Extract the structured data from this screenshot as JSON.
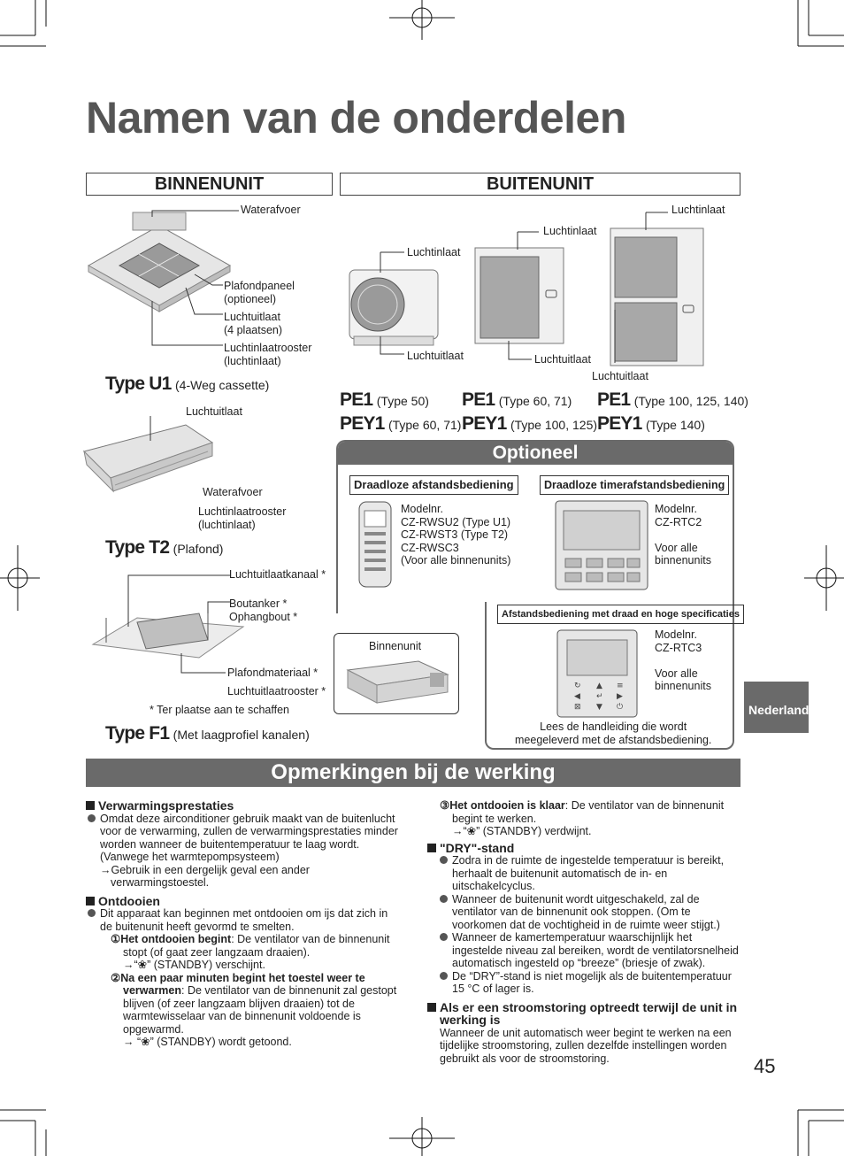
{
  "title": "Namen van de onderdelen",
  "indoor_header": "BINNENUNIT",
  "outdoor_header": "BUITENUNIT",
  "indoor": {
    "u1": {
      "labels": [
        "Waterafvoer",
        "Plafondpaneel\n(optioneel)",
        "Luchtuitlaat\n(4 plaatsen)",
        "Luchtinlaatrooster\n(luchtinlaat)"
      ],
      "type_name": "Type U1",
      "type_desc": "(4-Weg cassette)"
    },
    "t2": {
      "labels": [
        "Luchtuitlaat",
        "Waterafvoer",
        "Luchtinlaatrooster\n(luchtinlaat)"
      ],
      "type_name": "Type T2",
      "type_desc": "(Plafond)"
    },
    "f1": {
      "labels": [
        "Luchtuitlaatkanaal *",
        "Boutanker *\nOphangbout *",
        "Plafondmateriaal *",
        "Luchtuitlaatrooster *",
        "Binnenunit"
      ],
      "footnote": "* Ter plaatse aan te schaffen",
      "type_name": "Type F1",
      "type_desc": "(Met laagprofiel kanalen)"
    }
  },
  "outdoor": {
    "inlet_label": "Luchtinlaat",
    "outlet_label": "Luchtuitlaat",
    "models": [
      {
        "pe": "PE1",
        "pe_types": "(Type 50)",
        "pey": "PEY1",
        "pey_types": "(Type 60, 71)"
      },
      {
        "pe": "PE1",
        "pe_types": "(Type 60, 71)",
        "pey": "PEY1",
        "pey_types": "(Type 100, 125)"
      },
      {
        "pe": "PE1",
        "pe_types": "(Type 100, 125, 140)",
        "pey": "PEY1",
        "pey_types": "(Type 140)"
      }
    ]
  },
  "optional": {
    "title": "Optioneel",
    "wireless": {
      "title": "Draadloze afstandsbediening",
      "text": "Modelnr.\nCZ-RWSU2 (Type U1)\nCZ-RWST3 (Type T2)\nCZ-RWSC3\n(Voor alle binnenunits)"
    },
    "timer": {
      "title": "Draadloze timerafstandsbediening",
      "text": "Modelnr.\nCZ-RTC2\n\nVoor alle\nbinnenunits"
    },
    "wired": {
      "title": "Afstandsbediening met draad en hoge specificaties",
      "text": "Modelnr.\nCZ-RTC3\n\nVoor alle\nbinnenunits"
    },
    "note": "Lees de handleiding die wordt\nmeegeleverd met de afstandsbediening."
  },
  "notes_title": "Opmerkingen bij de werking",
  "notes": {
    "heating": {
      "head": "Verwarmingsprestaties",
      "body": "Omdat deze airconditioner gebruik maakt van de buitenlucht voor de verwarming, zullen de verwarmingsprestaties minder worden wanneer de buitentemperatuur te laag wordt.",
      "extra": "(Vanwege het warmtepompsysteem)",
      "arrow": "→Gebruik in een dergelijk geval een ander verwarmingstoestel."
    },
    "defrost": {
      "head": "Ontdooien",
      "body": "Dit apparaat kan beginnen met ontdooien om ijs dat zich in de buitenunit heeft gevormd te smelten.",
      "step1_head": "①Het ontdooien begint",
      "step1_body": ": De ventilator van de binnenunit stopt (of gaat zeer langzaam draaien).",
      "step1_arrow": "→“❀” (STANDBY) verschijnt.",
      "step2_head": "②Na een paar minuten begint het toestel weer te verwarmen",
      "step2_body": ": De ventilator van de binnenunit zal gestopt blijven (of zeer langzaam blijven draaien) tot de warmtewisselaar van de binnenunit voldoende is opgewarmd.",
      "step2_arrow": "→ “❀” (STANDBY) wordt getoond.",
      "step3_head": "③Het ontdooien is klaar",
      "step3_body": ": De ventilator van de binnenunit begint te werken.",
      "step3_arrow": "→“❀” (STANDBY) verdwijnt."
    },
    "dry": {
      "head": "\"DRY\"-stand",
      "bullets": [
        "Zodra in de ruimte de ingestelde temperatuur is bereikt, herhaalt de buitenunit automatisch de in- en uitschakelcyclus.",
        "Wanneer de buitenunit wordt uitgeschakeld, zal de ventilator van de binnenunit ook stoppen. (Om te voorkomen dat de vochtigheid in de ruimte weer stijgt.)",
        "Wanneer de kamertemperatuur waarschijnlijk het ingestelde niveau zal bereiken, wordt de ventilatorsnelheid automatisch ingesteld op “breeze” (briesje of zwak).",
        "De “DRY”-stand is niet mogelijk als de buitentemperatuur 15 °C of lager is."
      ]
    },
    "power": {
      "head": "Als er een stroomstoring optreedt terwijl de unit in werking is",
      "body": "Wanneer de unit automatisch weer begint te werken na een tijdelijke stroomstoring, zullen dezelfde instellingen worden gebruikt als voor de stroomstoring."
    }
  },
  "side_tab": "Nederlands",
  "page_number": "45"
}
